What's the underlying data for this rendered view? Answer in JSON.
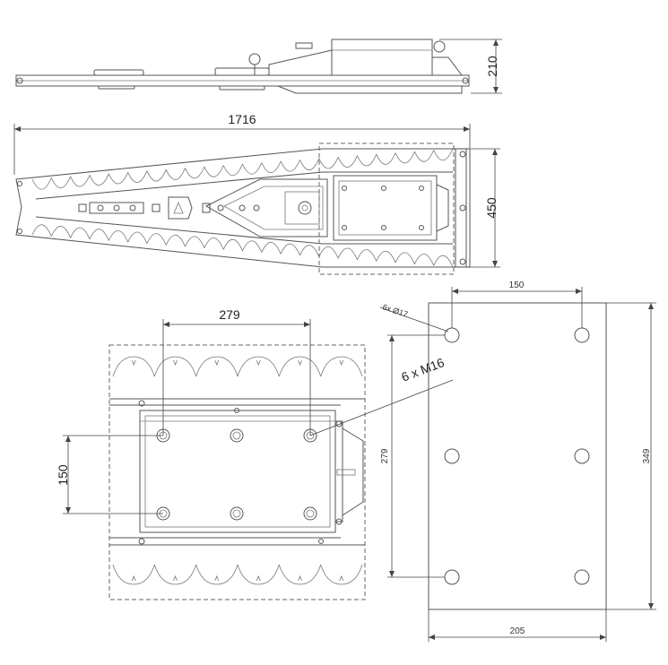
{
  "dimensions": {
    "height_side": "210",
    "total_length": "1716",
    "width": "450",
    "bolt_spacing_x": "279",
    "bolt_spacing_y": "150",
    "bolt_callout": "6 x M16",
    "plate_spacing_x": "150",
    "plate_spacing_y": "279",
    "plate_width": "205",
    "plate_height": "349",
    "hole_callout": "6x Ø17"
  }
}
